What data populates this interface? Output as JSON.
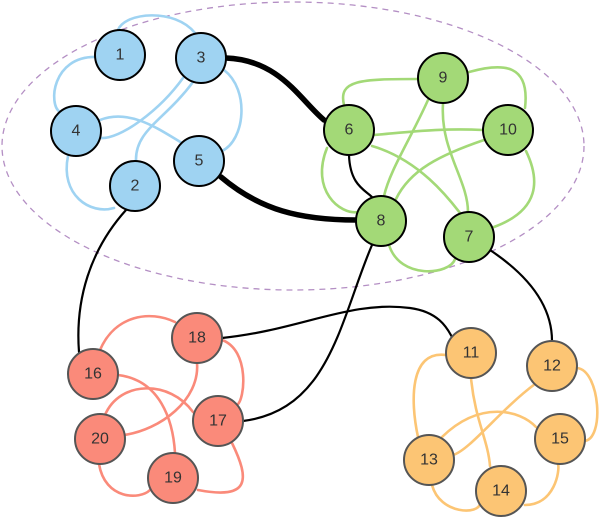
{
  "graph": {
    "groups": [
      {
        "id": "blue",
        "fill": "#9fd3f2",
        "edge_color": "#9fd3f2",
        "outline": "#000000",
        "nodes": [
          "1",
          "2",
          "3",
          "4",
          "5"
        ]
      },
      {
        "id": "green",
        "fill": "#a3d977",
        "edge_color": "#a3d977",
        "outline": "#000000",
        "nodes": [
          "6",
          "7",
          "8",
          "9",
          "10"
        ]
      },
      {
        "id": "orange",
        "fill": "#fcc574",
        "edge_color": "#fcc574",
        "outline": "#555555",
        "nodes": [
          "11",
          "12",
          "13",
          "14",
          "15"
        ]
      },
      {
        "id": "red",
        "fill": "#fa8a7a",
        "edge_color": "#fa8a7a",
        "outline": "#555555",
        "nodes": [
          "16",
          "17",
          "18",
          "19",
          "20"
        ]
      }
    ],
    "nodes": [
      {
        "id": "1",
        "label": "1",
        "group": "blue"
      },
      {
        "id": "2",
        "label": "2",
        "group": "blue"
      },
      {
        "id": "3",
        "label": "3",
        "group": "blue"
      },
      {
        "id": "4",
        "label": "4",
        "group": "blue"
      },
      {
        "id": "5",
        "label": "5",
        "group": "blue"
      },
      {
        "id": "6",
        "label": "6",
        "group": "green"
      },
      {
        "id": "7",
        "label": "7",
        "group": "green"
      },
      {
        "id": "8",
        "label": "8",
        "group": "green"
      },
      {
        "id": "9",
        "label": "9",
        "group": "green"
      },
      {
        "id": "10",
        "label": "10",
        "group": "green"
      },
      {
        "id": "11",
        "label": "11",
        "group": "orange"
      },
      {
        "id": "12",
        "label": "12",
        "group": "orange"
      },
      {
        "id": "13",
        "label": "13",
        "group": "orange"
      },
      {
        "id": "14",
        "label": "14",
        "group": "orange"
      },
      {
        "id": "15",
        "label": "15",
        "group": "orange"
      },
      {
        "id": "16",
        "label": "16",
        "group": "red"
      },
      {
        "id": "17",
        "label": "17",
        "group": "red"
      },
      {
        "id": "18",
        "label": "18",
        "group": "red"
      },
      {
        "id": "19",
        "label": "19",
        "group": "red"
      },
      {
        "id": "20",
        "label": "20",
        "group": "red"
      }
    ],
    "intra_edges": [
      [
        "1",
        "3"
      ],
      [
        "1",
        "4"
      ],
      [
        "3",
        "4"
      ],
      [
        "3",
        "2"
      ],
      [
        "3",
        "5"
      ],
      [
        "4",
        "5"
      ],
      [
        "4",
        "2"
      ],
      [
        "6",
        "9"
      ],
      [
        "6",
        "10"
      ],
      [
        "6",
        "8"
      ],
      [
        "6",
        "7"
      ],
      [
        "9",
        "10"
      ],
      [
        "9",
        "8"
      ],
      [
        "9",
        "7"
      ],
      [
        "10",
        "8"
      ],
      [
        "10",
        "7"
      ],
      [
        "8",
        "7"
      ],
      [
        "11",
        "13"
      ],
      [
        "11",
        "14"
      ],
      [
        "12",
        "13"
      ],
      [
        "12",
        "15"
      ],
      [
        "13",
        "15"
      ],
      [
        "13",
        "14"
      ],
      [
        "14",
        "15"
      ],
      [
        "16",
        "18"
      ],
      [
        "16",
        "19"
      ],
      [
        "18",
        "20"
      ],
      [
        "18",
        "17"
      ],
      [
        "20",
        "17"
      ],
      [
        "20",
        "19"
      ],
      [
        "17",
        "19"
      ]
    ],
    "inter_edges": [
      {
        "from": "3",
        "to": "6",
        "weight": "heavy"
      },
      {
        "from": "5",
        "to": "8",
        "weight": "heavy"
      },
      {
        "from": "6",
        "to": "8",
        "weight": "normal"
      },
      {
        "from": "2",
        "to": "16",
        "weight": "normal"
      },
      {
        "from": "8",
        "to": "17",
        "weight": "normal"
      },
      {
        "from": "18",
        "to": "11",
        "weight": "normal"
      },
      {
        "from": "7",
        "to": "12",
        "weight": "normal"
      }
    ],
    "highlight_region": {
      "style": "dashed-ellipse",
      "color": "#b48fc4",
      "encloses": [
        "1",
        "2",
        "3",
        "4",
        "5",
        "6",
        "7",
        "8",
        "9",
        "10"
      ]
    }
  }
}
